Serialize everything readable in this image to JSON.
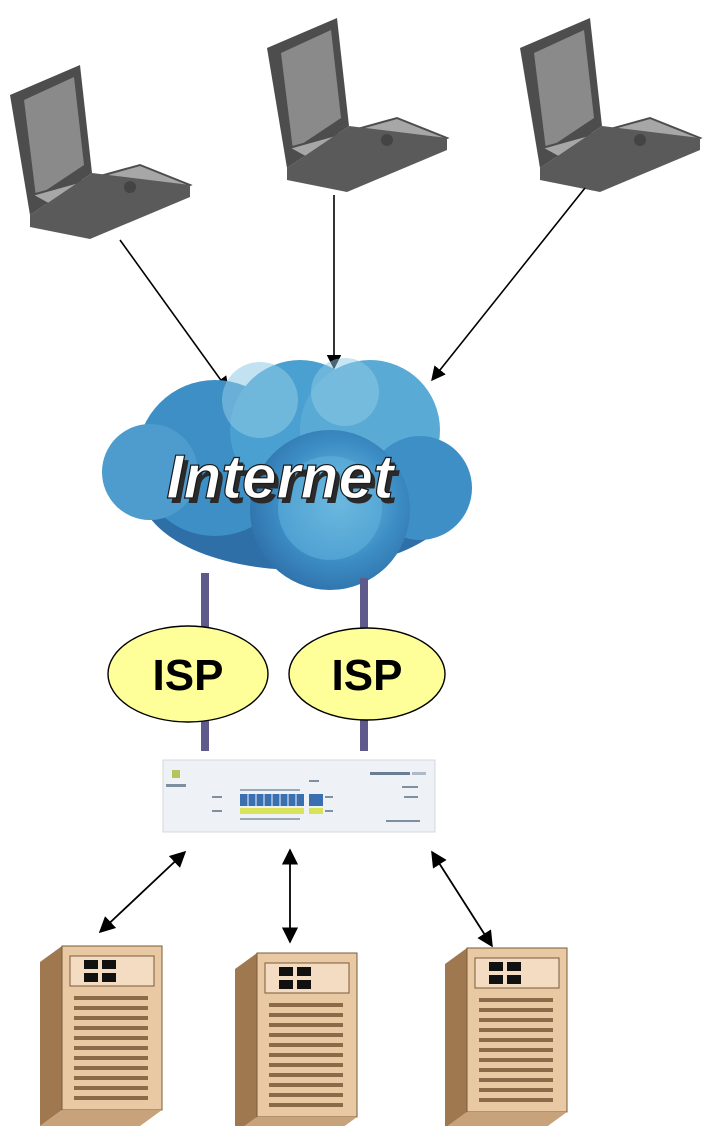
{
  "cloud": {
    "label": "Internet"
  },
  "isps": [
    {
      "label": "ISP"
    },
    {
      "label": "ISP"
    }
  ],
  "colors": {
    "cloud_dark": "#2f7fb7",
    "cloud_mid": "#4aa0d0",
    "cloud_light": "#8fcbe6",
    "isp_fill": "#ffff99",
    "link_line": "#5e5a8c",
    "laptop_body": "#9a9a9a",
    "laptop_dark": "#4d4d4d",
    "server_body": "#e8c9a3",
    "server_dark": "#a07850",
    "arrow": "#000000"
  },
  "icons": {
    "clients": [
      "laptop-icon",
      "laptop-icon",
      "laptop-icon"
    ],
    "device": "load-balancer-router-icon",
    "servers": [
      "server-icon",
      "server-icon",
      "server-icon"
    ]
  }
}
